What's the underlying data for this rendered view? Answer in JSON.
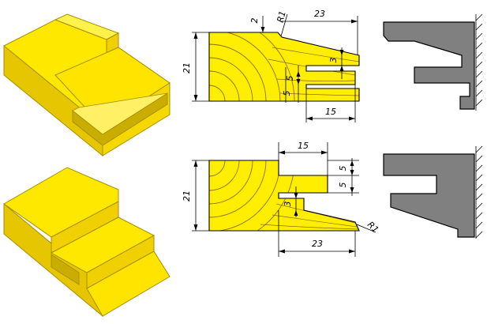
{
  "colors": {
    "wood": "#ffee00",
    "wood_face_dark": "#e8c800",
    "wood_face_mid": "#f5dc00",
    "cutter": "#808080",
    "grain": "#8a6d00",
    "line": "#000000"
  },
  "top_profile": {
    "dims": {
      "height": "21",
      "tongue_depth": "2",
      "radius": "R1",
      "bevel_length": "23",
      "step": "3",
      "slot_a": "5",
      "slot_b": "5",
      "slot_width": "15"
    }
  },
  "bottom_profile": {
    "dims": {
      "height": "21",
      "slot_width": "15",
      "slot_a": "5",
      "slot_b": "5",
      "step": "3",
      "radius": "R1",
      "bevel_length": "23"
    }
  }
}
